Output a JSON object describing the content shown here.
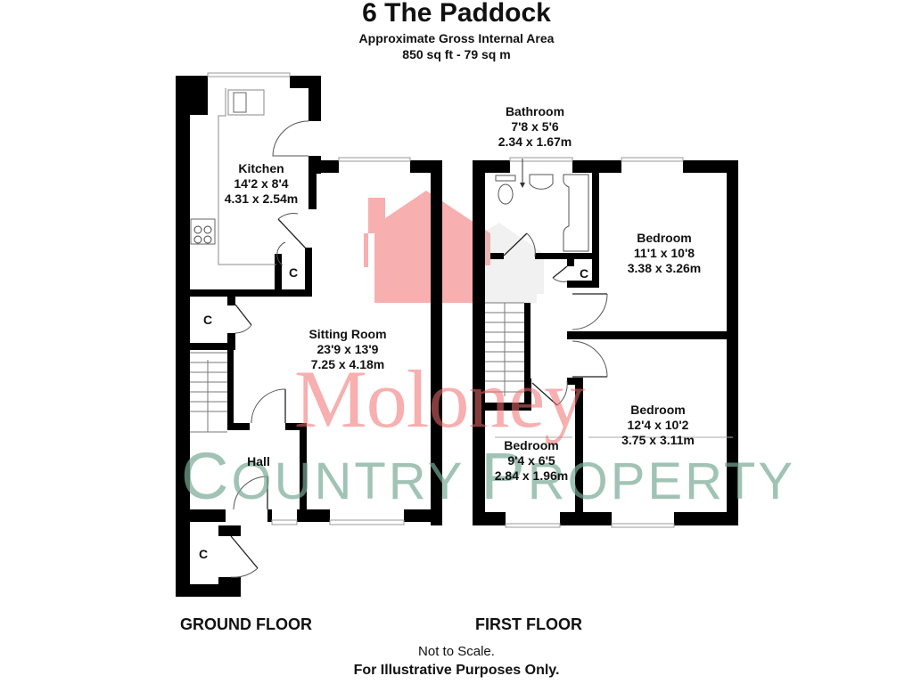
{
  "header": {
    "title": "6 The Paddock",
    "subtitle": "Approximate Gross Internal Area",
    "area": "850 sq ft - 79 sq m"
  },
  "ground_floor": {
    "label": "GROUND FLOOR",
    "rooms": [
      {
        "name": "Kitchen",
        "imperial": "14'2 x 8'4",
        "metric": "4.31 x 2.54m"
      },
      {
        "name": "Sitting Room",
        "imperial": "23'9 x 13'9",
        "metric": "7.25 x 4.18m"
      },
      {
        "name": "Hall"
      }
    ],
    "cupboards": [
      "C",
      "C",
      "C"
    ]
  },
  "first_floor": {
    "label": "FIRST FLOOR",
    "rooms": [
      {
        "name": "Bathroom",
        "imperial": "7'8 x 5'6",
        "metric": "2.34 x 1.67m"
      },
      {
        "name": "Bedroom",
        "imperial": "11'1 x 10'8",
        "metric": "3.38 x 3.26m"
      },
      {
        "name": "Bedroom",
        "imperial": "12'4 x 10'2",
        "metric": "3.75 x 3.11m"
      },
      {
        "name": "Bedroom",
        "imperial": "9'4 x 6'5",
        "metric": "2.84 x 1.96m"
      }
    ],
    "cupboards": [
      "C"
    ]
  },
  "watermark": {
    "line1": "Moloney",
    "line2_c": "C",
    "line2_rest": "OUNTRY ",
    "line2_p": "P",
    "line2_end": "ROPERTY",
    "colors": {
      "red": "#f07070",
      "green": "#78aa96"
    }
  },
  "footer": {
    "line1": "Not to Scale.",
    "line2": "For Illustrative Purposes Only."
  }
}
